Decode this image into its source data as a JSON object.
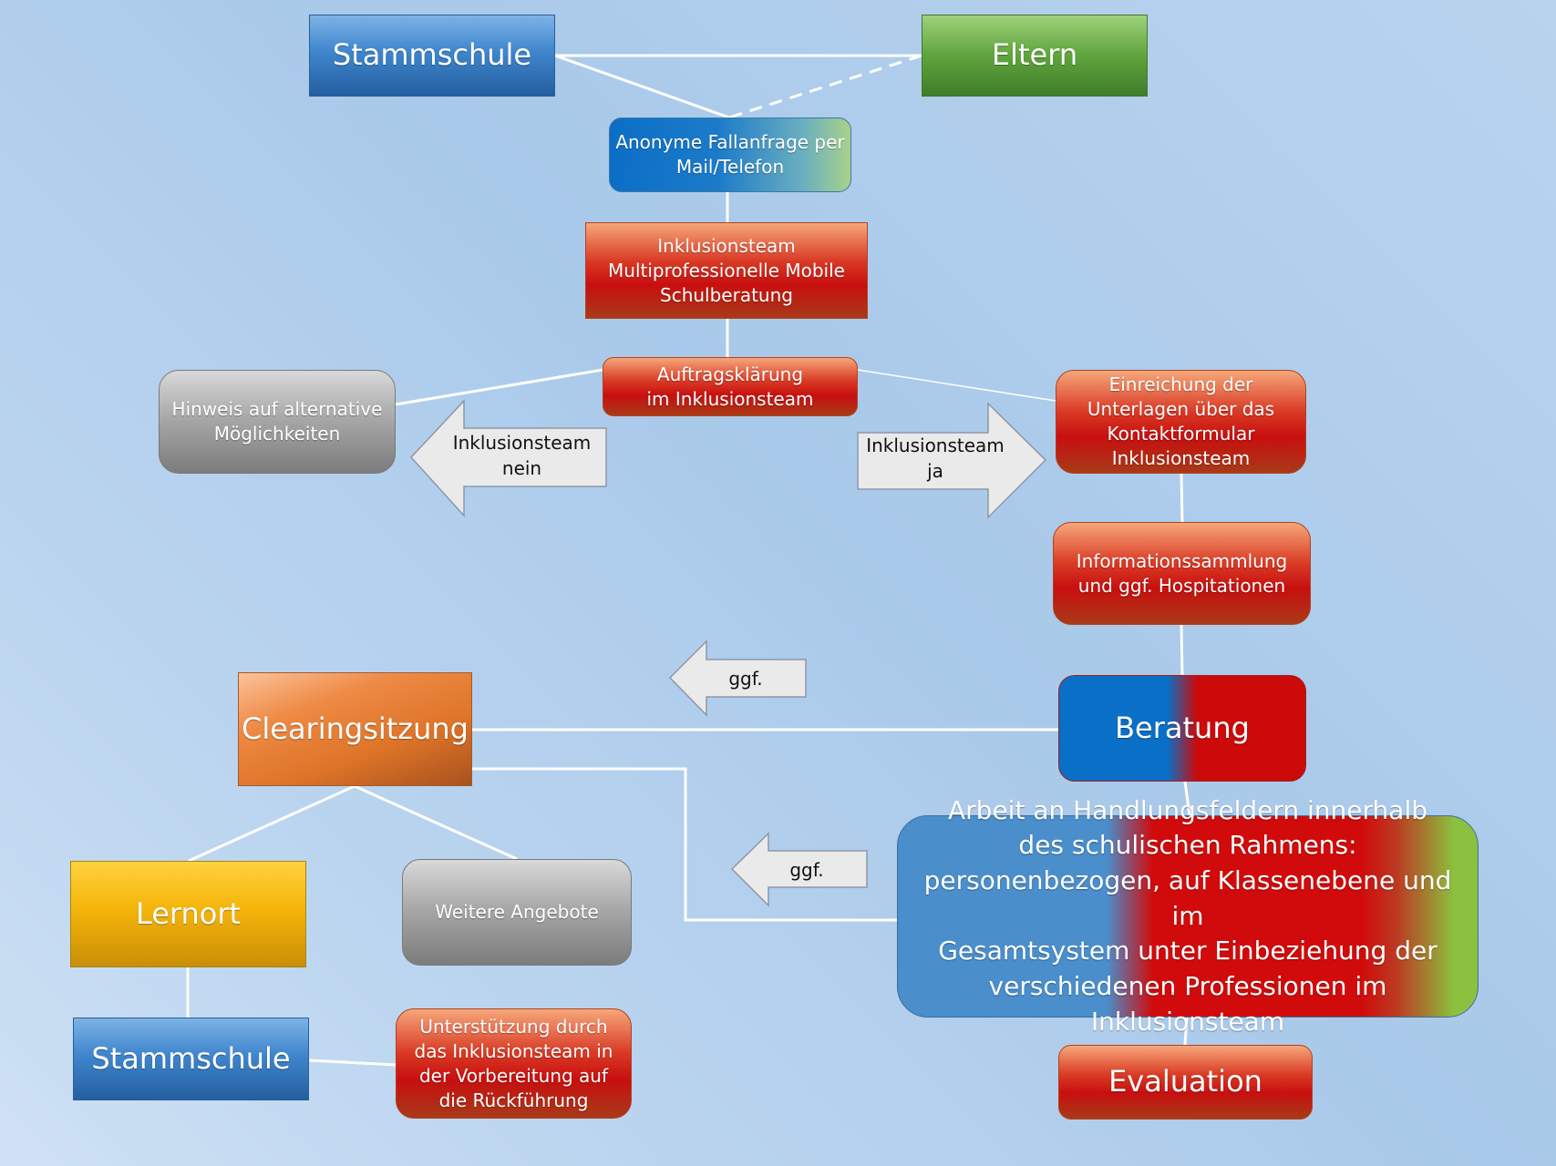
{
  "nodes": {
    "stammschule_top": "Stammschule",
    "eltern": "Eltern",
    "fallanfrage": "Anonyme Fallanfrage per\nMail/Telefon",
    "inklusionsteam": "Inklusionsteam\nMultiprofessionelle Mobile\nSchulberatung",
    "auftragsklaerung": "Auftragsklärung\nim Inklusionsteam",
    "hinweis": "Hinweis auf alternative\nMöglichkeiten",
    "einreichung": "Einreichung der\nUnterlagen über das\nKontaktformular\nInklusionsteam",
    "informationssammlung": "Informationssammlung\nund ggf.  Hospitationen",
    "beratung": "Beratung",
    "clearingsitzung": "Clearingsitzung",
    "arbeit": "Arbeit an Handlungsfeldern innerhalb\ndes schulischen Rahmens:\npersonenbezogen, auf Klassenebene und im\nGesamtsystem unter Einbeziehung der\nverschiedenen Professionen im\nInklusionsteam",
    "lernort": "Lernort",
    "weitere_angebote": "Weitere Angebote",
    "stammschule_bottom": "Stammschule",
    "unterstuetzung": "Unterstützung durch\ndas Inklusionsteam in\nder Vorbereitung auf\ndie Rückführung",
    "evaluation": "Evaluation"
  },
  "arrows": {
    "nein": "Inklusionsteam\nnein",
    "ja": "Inklusionsteam\nja",
    "ggf_upper": "ggf.",
    "ggf_lower": "ggf."
  },
  "colors": {
    "connector": "#ffffff",
    "arrow_fill": "#eaeaea",
    "arrow_stroke": "#8d97a6",
    "beratung_blue": "#0a6fc6",
    "beratung_red": "#cc0a0a",
    "arbeit_blue": "#4a8ecb",
    "arbeit_red": "#d10b0b",
    "arbeit_green": "#8cc13f"
  }
}
